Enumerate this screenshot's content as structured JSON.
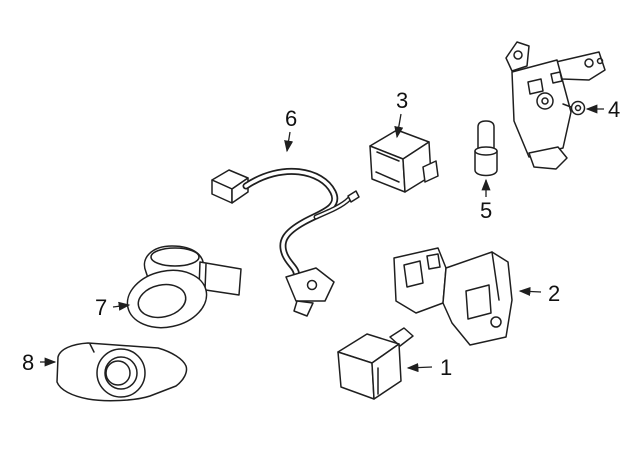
{
  "diagram": {
    "background_color": "#ffffff",
    "line_color": "#1f1f1f",
    "callouts": [
      {
        "label": "1",
        "points_to": "sensor-switch-unit"
      },
      {
        "label": "2",
        "points_to": "mounting-bracket-right"
      },
      {
        "label": "3",
        "points_to": "sensor-module"
      },
      {
        "label": "4",
        "points_to": "bracket-assembly-top-right"
      },
      {
        "label": "5",
        "points_to": "bolt-spacer"
      },
      {
        "label": "6",
        "points_to": "wiring-harness"
      },
      {
        "label": "7",
        "points_to": "park-assist-sensor"
      },
      {
        "label": "8",
        "points_to": "sensor-with-bezel"
      }
    ]
  }
}
